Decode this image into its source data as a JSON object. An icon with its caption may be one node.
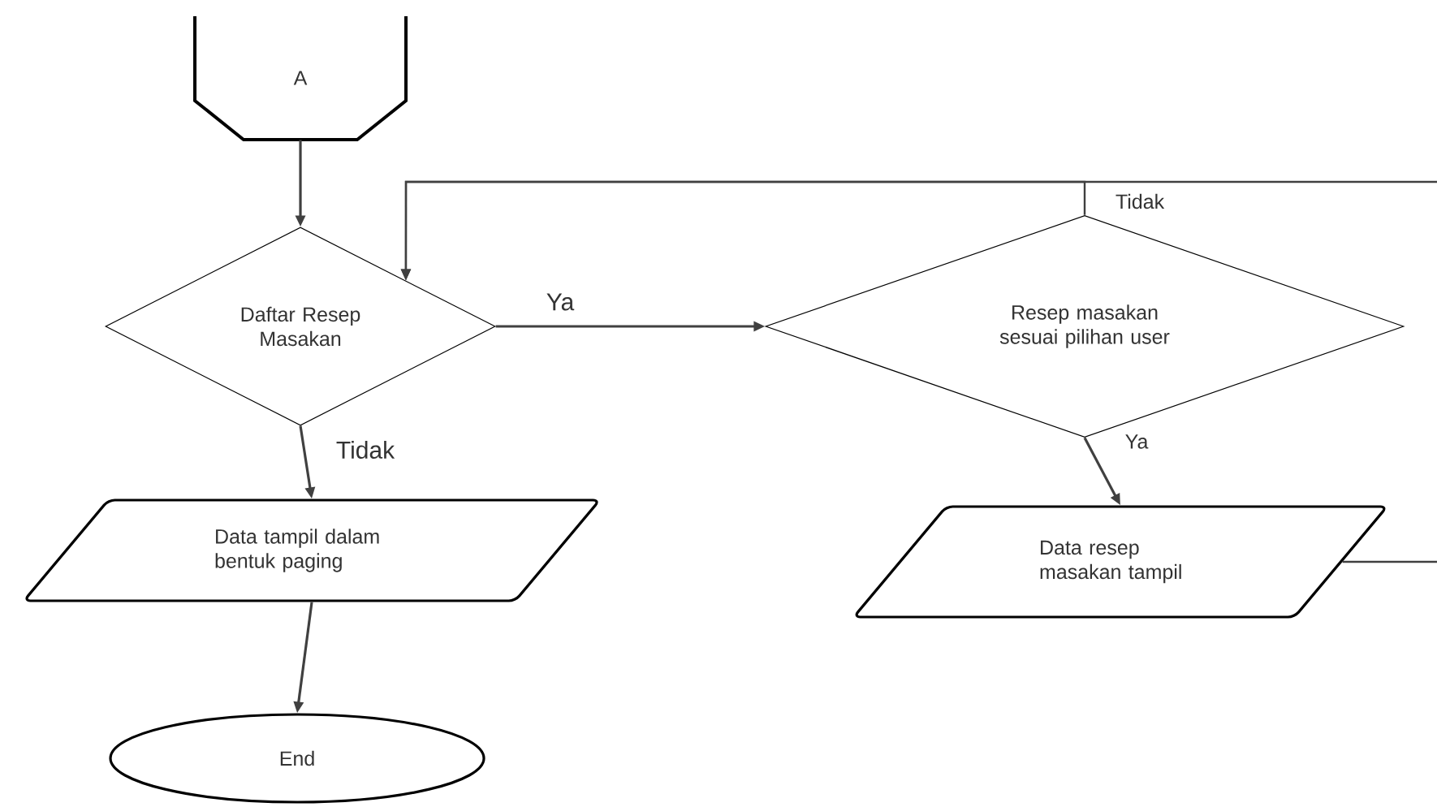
{
  "diagram": {
    "nodes": [
      {
        "text": [
          "A"
        ]
      },
      {
        "text": [
          "Daftar Resep Masakan"
        ]
      },
      {
        "text": [
          "Resep masakan sesuai pilihan user"
        ]
      },
      {
        "text": [
          "Data tampil dalam bentuk paging"
        ]
      },
      {
        "text": [
          "Data resep masakan tampil"
        ]
      },
      {
        "text": [
          "End"
        ]
      }
    ],
    "edges": [
      {
        "from": 0,
        "to": 1,
        "arrow": "to"
      },
      {
        "from": 1,
        "to": 2,
        "arrow": "to",
        "label": "Ya"
      },
      {
        "from": 1,
        "to": 3,
        "arrow": "to",
        "label": "Tidak"
      },
      {
        "from": 2,
        "to": 1,
        "arrow": "to",
        "label": "Tidak"
      },
      {
        "from": 2,
        "to": 4,
        "arrow": "to",
        "label": "Ya"
      },
      {
        "from": 3,
        "to": 5,
        "arrow": "to"
      },
      {
        "from": 4,
        "to": null,
        "arrow": "none"
      },
      {
        "from": null,
        "to": 1,
        "arrow": "to"
      }
    ]
  }
}
